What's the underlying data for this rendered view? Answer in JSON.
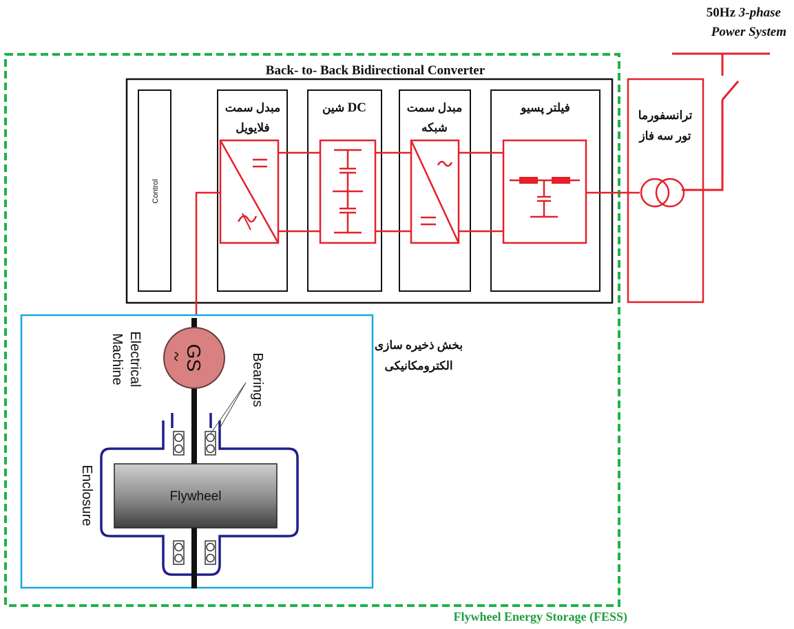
{
  "power_system": {
    "freq": "50Hz",
    "phase": "3-phase",
    "label": "Power System"
  },
  "converter": {
    "title": "Back- to- Back Bidirectional Converter",
    "control_label": "Control",
    "flywheel_side": {
      "line1": "مبدل سمت",
      "line2": "فلایویل"
    },
    "dc_bus": {
      "prefix": "شین",
      "dc": "DC"
    },
    "grid_side": {
      "line1": "مبدل سمت",
      "line2": "شبکه"
    },
    "passive_filter": "فیلتر پسیو"
  },
  "transformer": {
    "line1": "ترانسفورما",
    "line2": "تور سه فاز"
  },
  "storage_section": {
    "line1": "بخش ذخیره سازی",
    "line2": "الکترومکانیکی"
  },
  "machine": {
    "gs_label": "GS",
    "electrical_line1": "Electrical",
    "electrical_line2": "Machine",
    "bearings": "Bearings",
    "enclosure": "Enclosure",
    "flywheel": "Flywheel"
  },
  "fess_label": "Flywheel Energy Storage (FESS)",
  "colors": {
    "red": "#e5202a",
    "green_dash": "#1fb24a",
    "fess_text": "#1e9e3e",
    "cyan": "#1aa6e0",
    "navy": "#1f1f8c",
    "gs_fill": "#d98080",
    "black": "#111111"
  }
}
